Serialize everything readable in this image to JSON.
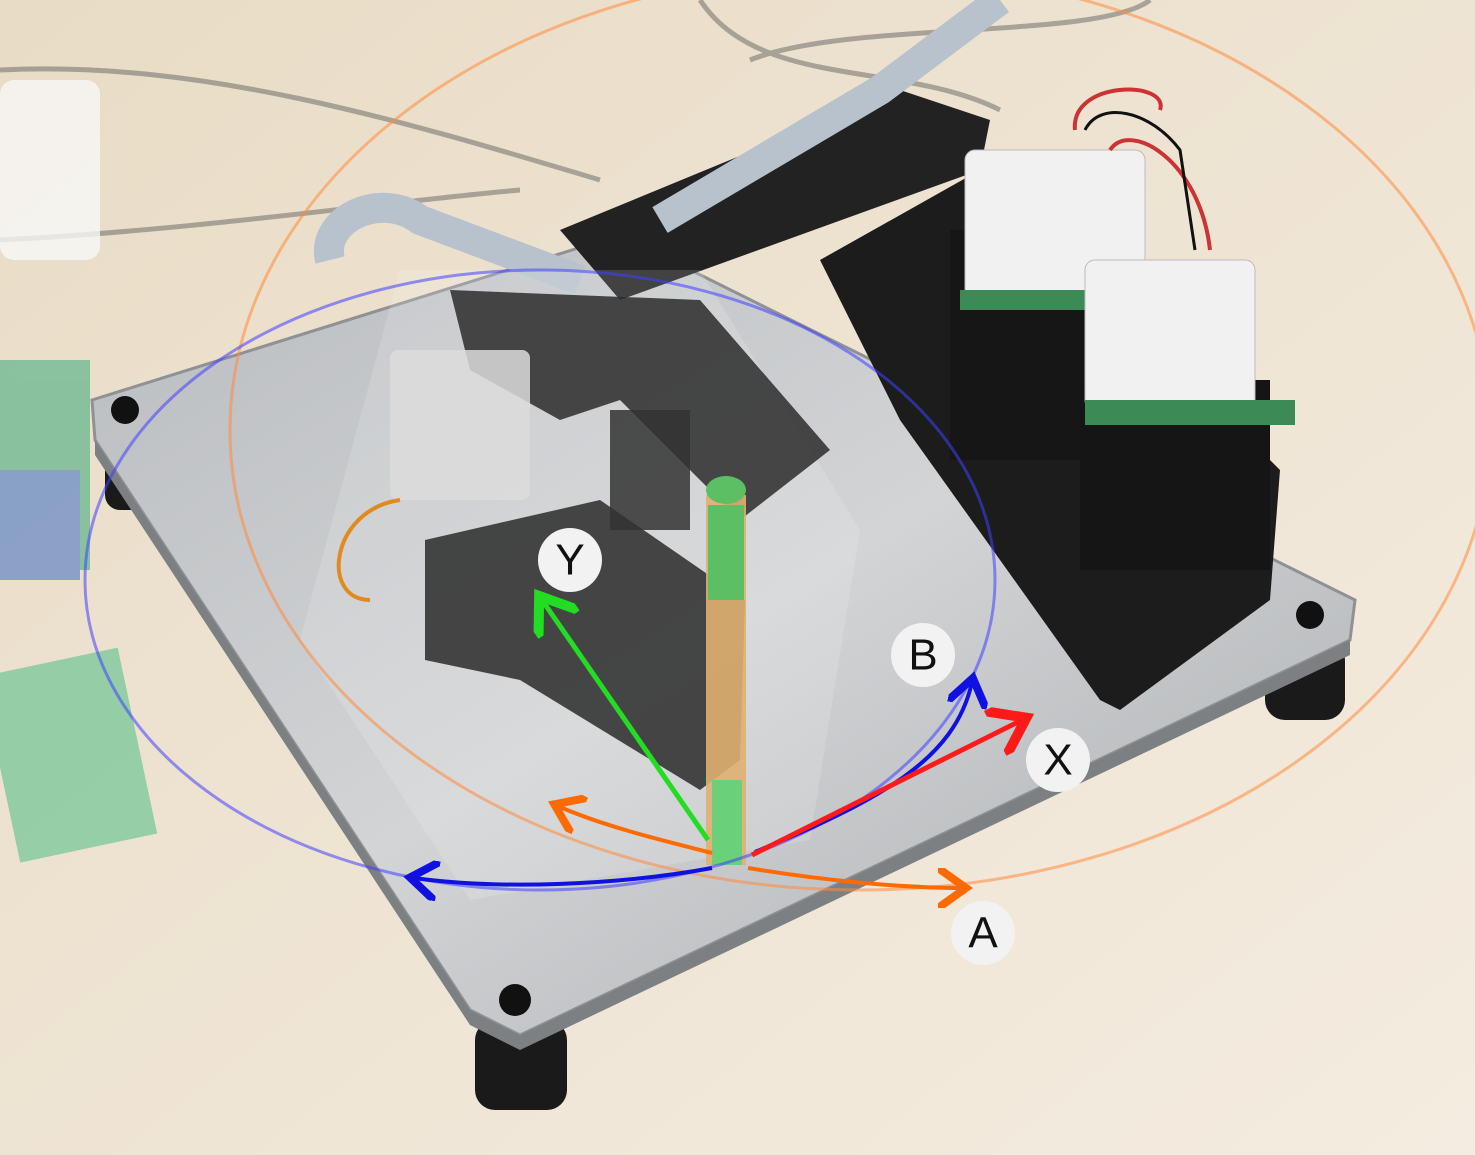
{
  "figure": {
    "labels": {
      "y": "Y",
      "x": "X",
      "a": "A",
      "b": "B"
    },
    "colors": {
      "x_axis": "#ff1a1a",
      "y_axis": "#22dd22",
      "a_rotation": "#ff6a00",
      "b_rotation": "#1010e0",
      "label_bg": "#f2f2f2"
    },
    "icons": [
      "pen-icon",
      "stepper-motor-icon",
      "ribbon-cable-icon"
    ]
  }
}
